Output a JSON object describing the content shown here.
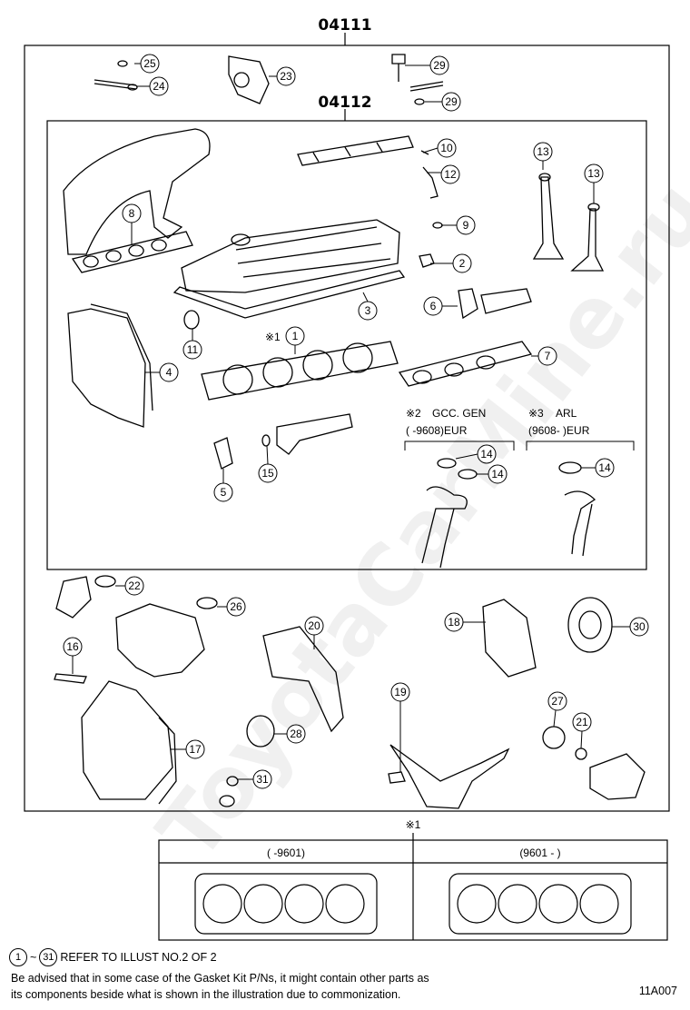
{
  "diagram": {
    "kit_outer_number": "04111",
    "kit_inner_number": "04112",
    "callouts": {
      "c25": "25",
      "c24": "24",
      "c23": "23",
      "c29a": "29",
      "c29b": "29",
      "c10": "10",
      "c12": "12",
      "c9": "9",
      "c13a": "13",
      "c13b": "13",
      "c8": "8",
      "c2": "2",
      "c3": "3",
      "c6": "6",
      "c7": "7",
      "c11": "11",
      "c4": "4",
      "c1": "1",
      "c14a": "14",
      "c14b": "14",
      "c14c": "14",
      "c5": "5",
      "c15": "15",
      "c22": "22",
      "c26": "26",
      "c16": "16",
      "c20": "20",
      "c18": "18",
      "c30": "30",
      "c19": "19",
      "c27": "27",
      "c21": "21",
      "c17": "17",
      "c28": "28",
      "c31": "31"
    },
    "note_mark_1": "※1",
    "note_mark_2": "※2",
    "note_mark_3": "※3",
    "variant2_label": "GCC. GEN",
    "variant2_range": "(        -9608)EUR",
    "variant3_label": "ARL",
    "variant3_range": "(9608-           )EUR",
    "table_mark": "※1",
    "table_col1": "(       -9601)",
    "table_col2": "(9601 -          )"
  },
  "footer": {
    "ref_from": "1",
    "ref_tilde": "~",
    "ref_to": "31",
    "ref_text": "REFER TO ILLUST NO.2 OF 2",
    "advice_line1": "Be advised that in some case of the Gasket Kit P/Ns,  it might contain other parts as",
    "advice_line2": "its components beside what is shown in the illustration due to commonization.",
    "illustration_code": "11A007"
  },
  "watermark": "ToyotaCarMine.ru"
}
